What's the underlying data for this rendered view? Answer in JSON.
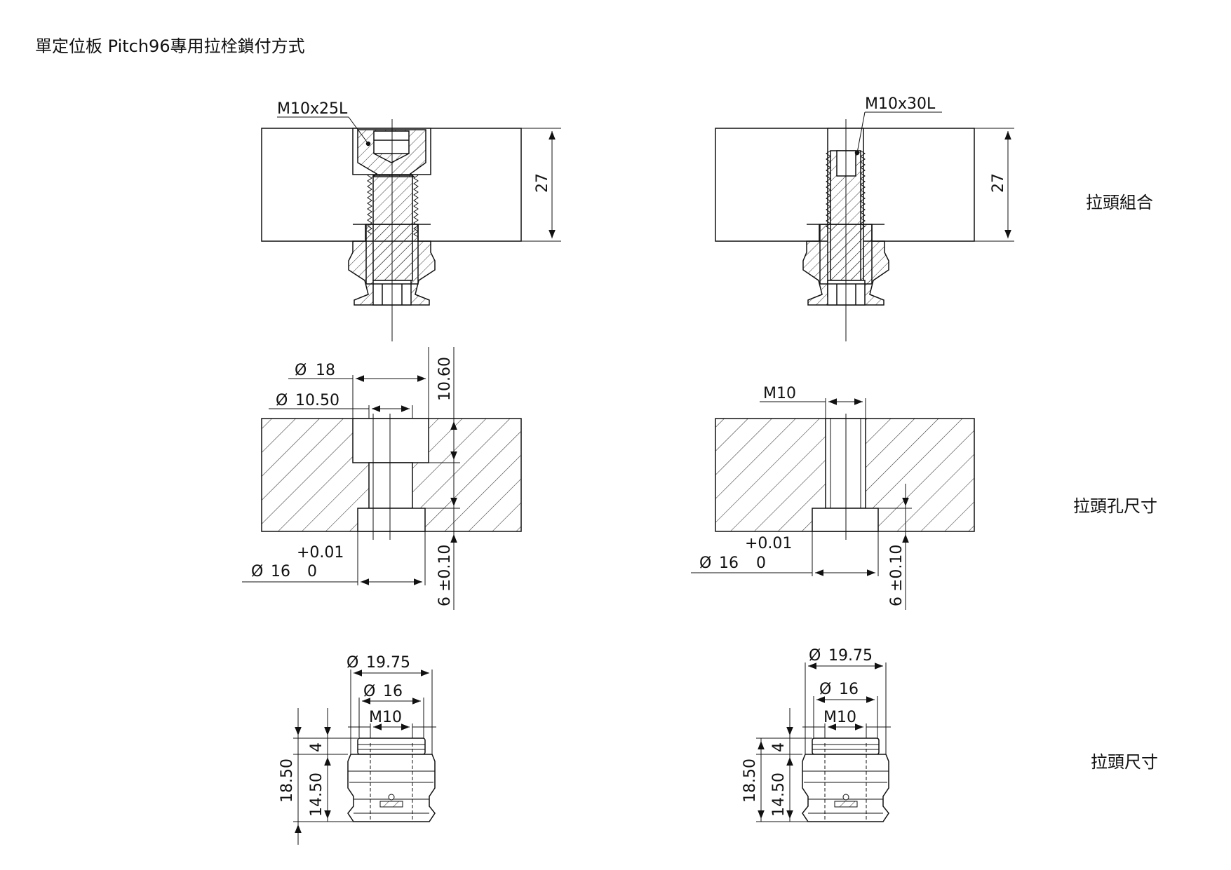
{
  "title": "單定位板 Pitch96專用拉栓鎖付方式",
  "row_labels": {
    "assembly": "拉頭組合",
    "hole": "拉頭孔尺寸",
    "pull": "拉頭尺寸"
  },
  "assembly": {
    "left": {
      "bolt": "M10x25L",
      "thickness": "27"
    },
    "right": {
      "bolt": "M10x30L",
      "thickness": "27"
    }
  },
  "hole": {
    "left": {
      "d_outer": "18",
      "d_inner": "10.50",
      "depth_top": "10.60",
      "tol_upper": "+0.01",
      "dia": "16",
      "tol_lower": "0",
      "depth_bottom": "6 ±0.10"
    },
    "right": {
      "thread": "M10",
      "tol_upper": "+0.01",
      "dia": "16",
      "tol_lower": "0",
      "depth_bottom": "6 ±0.10"
    }
  },
  "pull": {
    "left": {
      "d1": "19.75",
      "d2": "16",
      "thread": "M10",
      "h_total": "18.50",
      "h_body": "14.50",
      "h_top": "4"
    },
    "right": {
      "d1": "19.75",
      "d2": "16",
      "thread": "M10",
      "h_total": "18.50",
      "h_body": "14.50",
      "h_top": "4"
    }
  }
}
